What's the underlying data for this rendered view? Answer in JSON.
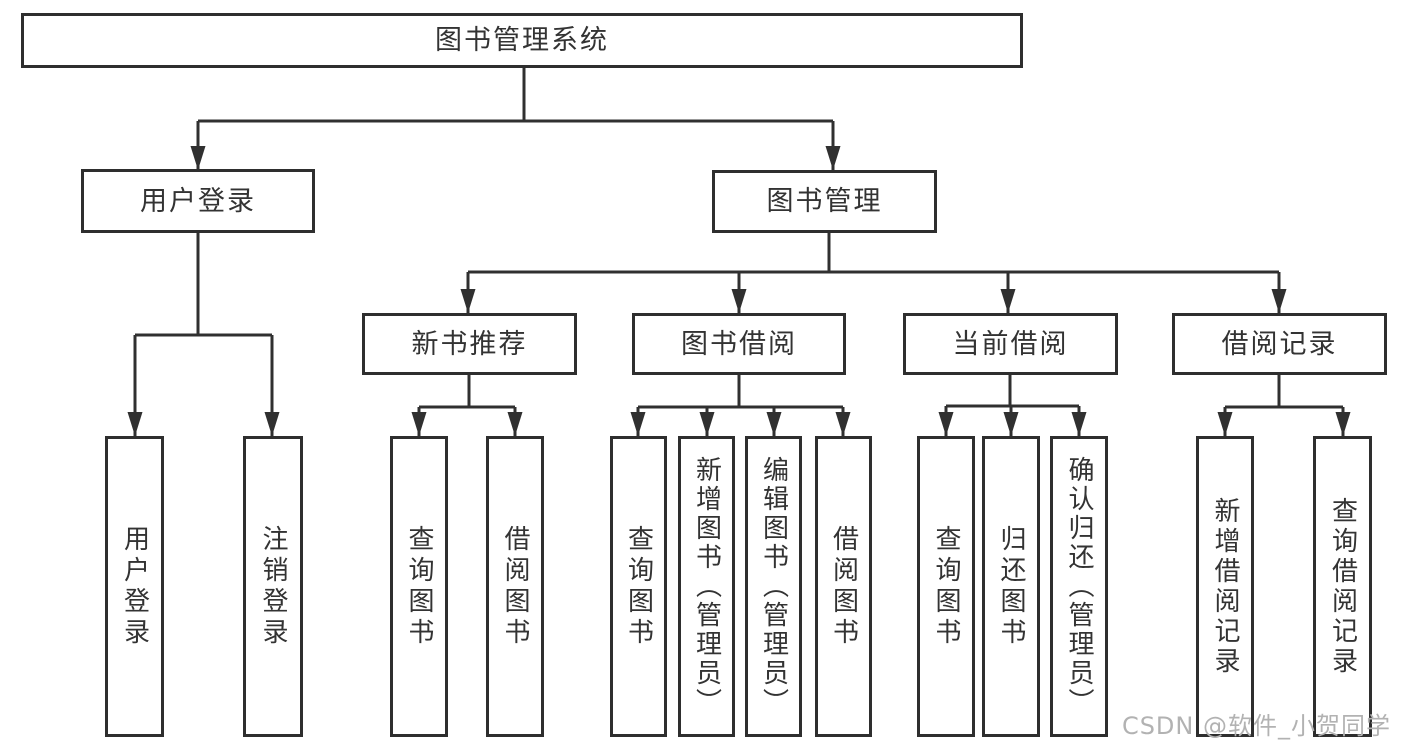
{
  "diagram": {
    "title": "图书管理系统",
    "nodes": {
      "root": {
        "label": "图书管理系统"
      },
      "user_login": {
        "label": "用户登录"
      },
      "book_mgmt": {
        "label": "图书管理"
      },
      "new_book_rec": {
        "label": "新书推荐"
      },
      "book_borrow": {
        "label": "图书借阅"
      },
      "current_borrow": {
        "label": "当前借阅"
      },
      "borrow_record": {
        "label": "借阅记录"
      },
      "ul_login": {
        "label": "用户登录"
      },
      "ul_logout": {
        "label": "注销登录"
      },
      "nbr_query": {
        "label": "查询图书"
      },
      "nbr_borrow": {
        "label": "借阅图书"
      },
      "bb_query": {
        "label": "查询图书"
      },
      "bb_add": {
        "label": "新增图书（管理员）"
      },
      "bb_edit": {
        "label": "编辑图书（管理员）"
      },
      "bb_borrow": {
        "label": "借阅图书"
      },
      "cb_query": {
        "label": "查询图书"
      },
      "cb_return": {
        "label": "归还图书"
      },
      "cb_confirm": {
        "label": "确认归还（管理员）"
      },
      "br_add": {
        "label": "新增借阅记录"
      },
      "br_query": {
        "label": "查询借阅记录"
      }
    },
    "structure": {
      "图书管理系统": {
        "用户登录": [
          "用户登录",
          "注销登录"
        ],
        "图书管理": {
          "新书推荐": [
            "查询图书",
            "借阅图书"
          ],
          "图书借阅": [
            "查询图书",
            "新增图书（管理员）",
            "编辑图书（管理员）",
            "借阅图书"
          ],
          "当前借阅": [
            "查询图书",
            "归还图书",
            "确认归还（管理员）"
          ],
          "借阅记录": [
            "新增借阅记录",
            "查询借阅记录"
          ]
        }
      }
    }
  },
  "watermark": {
    "text": "CSDN @软件_小贺同学"
  },
  "colors": {
    "line": "#303030",
    "box_border": "#2e2e2e",
    "box_fill": "#ffffff",
    "text": "#333333",
    "watermark": "#b2b2b2",
    "background": "#ffffff"
  }
}
